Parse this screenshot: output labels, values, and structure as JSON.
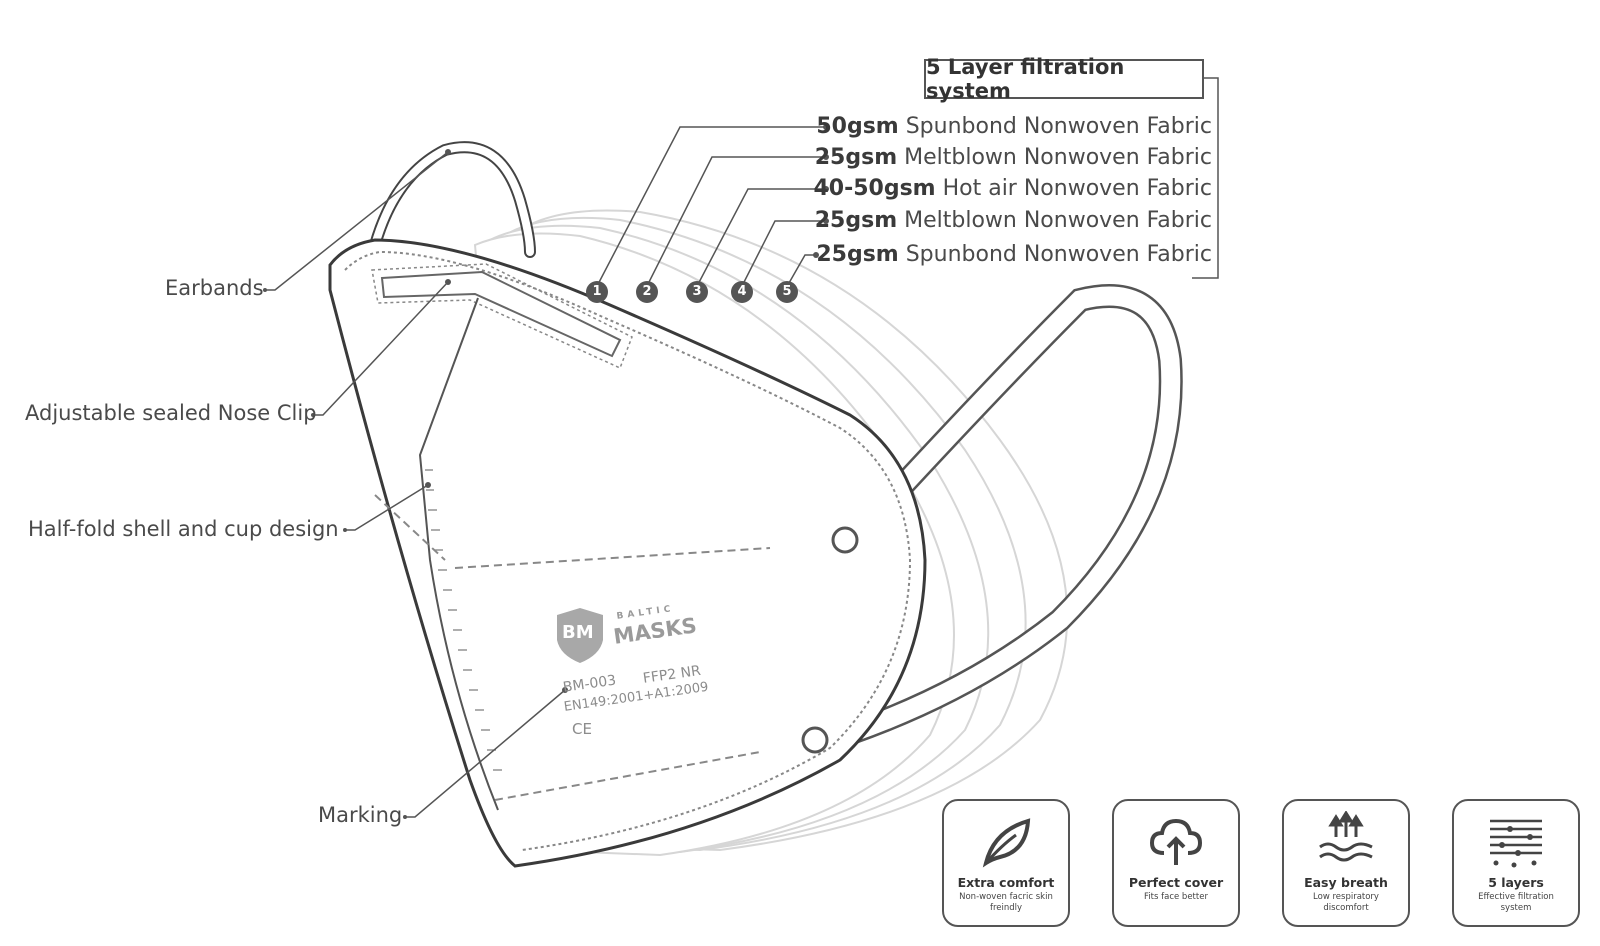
{
  "system_title": "5 Layer filtration system",
  "layers": [
    {
      "number": "1",
      "grade": "50gsm",
      "material": "Spunbond Nonwoven Fabric"
    },
    {
      "number": "2",
      "grade": "25gsm",
      "material": "Meltblown Nonwoven Fabric"
    },
    {
      "number": "3",
      "grade": "40-50gsm",
      "material": "Hot air Nonwoven Fabric"
    },
    {
      "number": "4",
      "grade": "25gsm",
      "material": "Meltblown Nonwoven Fabric"
    },
    {
      "number": "5",
      "grade": "25gsm",
      "material": "Spunbond Nonwoven Fabric"
    }
  ],
  "callouts": {
    "earbands": "Earbands",
    "nose_clip": "Adjustable sealed Nose Clip",
    "half_fold": "Half-fold shell and cup design",
    "marking": "Marking"
  },
  "mask_print": {
    "brand_top": "BALTIC",
    "brand": "MASKS",
    "logo_letters": "BM",
    "model": "BM-003",
    "class": "FFP2 NR",
    "standard": "EN149:2001+A1:2009",
    "ce": "CE"
  },
  "features": [
    {
      "icon": "leaf-icon",
      "title": "Extra comfort",
      "subtitle": "Non-woven facric skin freindly"
    },
    {
      "icon": "cloud-upload-icon",
      "title": "Perfect cover",
      "subtitle": "Fits face better"
    },
    {
      "icon": "waves-arrows-icon",
      "title": "Easy breath",
      "subtitle": "Low respiratory discomfort"
    },
    {
      "icon": "layers-icon",
      "title": "5 layers",
      "subtitle": "Effective filtration system"
    }
  ],
  "colors": {
    "line": "#555555",
    "text": "#4a4a4a",
    "badge": "#555555",
    "logo": "#9a9a9a"
  }
}
